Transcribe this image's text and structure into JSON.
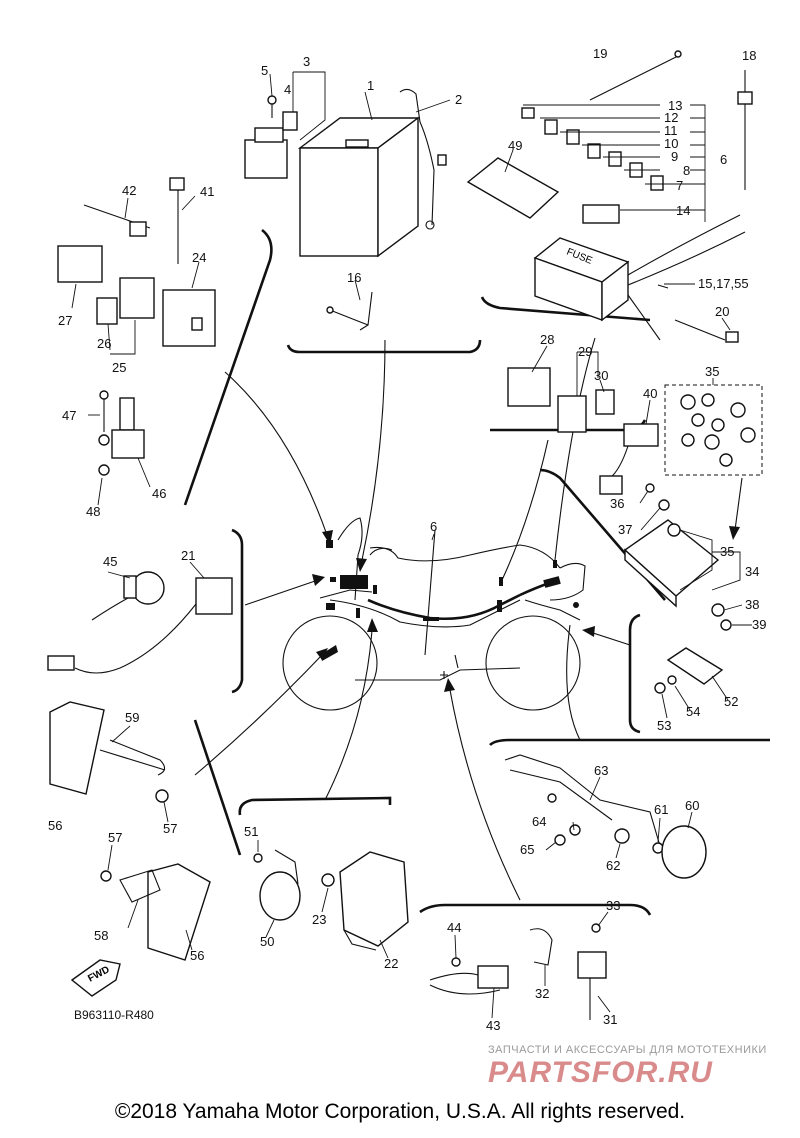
{
  "diagram": {
    "code": "B963110-R480",
    "fwd_label": "FWD",
    "fuse_label": "FUSE",
    "copyright": "©2018 Yamaha Motor Corporation, U.S.A. All rights reserved."
  },
  "watermark": {
    "tagline": "ЗАПЧАСТИ И АКСЕССУАРЫ ДЛЯ МОТОТЕХНИКИ",
    "logo": "PARTSFOR.RU"
  },
  "callouts": {
    "c1": "1",
    "c2": "2",
    "c3": "3",
    "c4": "4",
    "c5": "5",
    "c6_top": "6",
    "c6_center": "6",
    "c7": "7",
    "c8": "8",
    "c9": "9",
    "c10": "10",
    "c11": "11",
    "c12": "12",
    "c13": "13",
    "c14": "14",
    "c15": "15,17,55",
    "c16": "16",
    "c18": "18",
    "c19": "19",
    "c20": "20",
    "c21": "21",
    "c22": "22",
    "c23": "23",
    "c24": "24",
    "c25": "25",
    "c26": "26",
    "c27": "27",
    "c28": "28",
    "c29": "29",
    "c30": "30",
    "c31": "31",
    "c32": "32",
    "c33": "33",
    "c34": "34",
    "c35_top": "35",
    "c35_mid": "35",
    "c36": "36",
    "c37": "37",
    "c38": "38",
    "c39": "39",
    "c40": "40",
    "c41": "41",
    "c42": "42",
    "c43": "43",
    "c44": "44",
    "c45": "45",
    "c46": "46",
    "c47": "47",
    "c48": "48",
    "c49": "49",
    "c50": "50",
    "c51": "51",
    "c52": "52",
    "c53": "53",
    "c54": "54",
    "c56_a": "56",
    "c56_b": "56",
    "c57_a": "57",
    "c57_b": "57",
    "c58": "58",
    "c59": "59",
    "c60": "60",
    "c61": "61",
    "c62": "62",
    "c63": "63",
    "c64": "64",
    "c65": "65"
  }
}
